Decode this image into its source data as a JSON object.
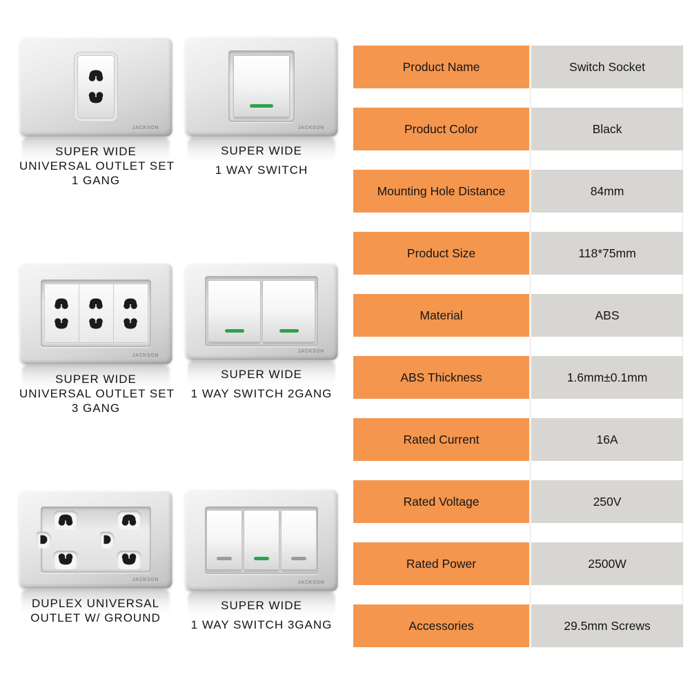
{
  "brand": "JACKSON",
  "colors": {
    "accent_orange": "#F5964F",
    "cell_gray": "#D8D6D3",
    "indicator_green": "#2CA24A",
    "indicator_gray": "#9B9B9B"
  },
  "products": [
    {
      "id": "outlet-1gang",
      "caption_lines": [
        "SUPER WIDE",
        "UNIVERSAL OUTLET SET",
        "1 GANG"
      ]
    },
    {
      "id": "switch-1way",
      "caption_lines": [
        "SUPER WIDE",
        "1 WAY SWITCH"
      ]
    },
    {
      "id": "outlet-3gang",
      "caption_lines": [
        "SUPER WIDE",
        "UNIVERSAL OUTLET SET",
        "3 GANG"
      ]
    },
    {
      "id": "switch-2gang",
      "caption_lines": [
        "SUPER WIDE",
        "1 WAY SWITCH 2GANG"
      ]
    },
    {
      "id": "outlet-duplex",
      "caption_lines": [
        "DUPLEX UNIVERSAL",
        "OUTLET W/ GROUND"
      ]
    },
    {
      "id": "switch-3gang",
      "caption_lines": [
        "SUPER WIDE",
        "1 WAY SWITCH 3GANG"
      ]
    }
  ],
  "spec_table": {
    "rows": [
      {
        "label": "Product Name",
        "value": "Switch Socket"
      },
      {
        "label": "Product Color",
        "value": "Black"
      },
      {
        "label": "Mounting Hole Distance",
        "value": "84mm"
      },
      {
        "label": "Product Size",
        "value": "118*75mm"
      },
      {
        "label": "Material",
        "value": "ABS"
      },
      {
        "label": "ABS Thickness",
        "value": "1.6mm±0.1mm"
      },
      {
        "label": "Rated Current",
        "value": "16A"
      },
      {
        "label": "Rated Voltage",
        "value": "250V"
      },
      {
        "label": "Rated Power",
        "value": "2500W"
      },
      {
        "label": "Accessories",
        "value": "29.5mm Screws"
      }
    ]
  }
}
